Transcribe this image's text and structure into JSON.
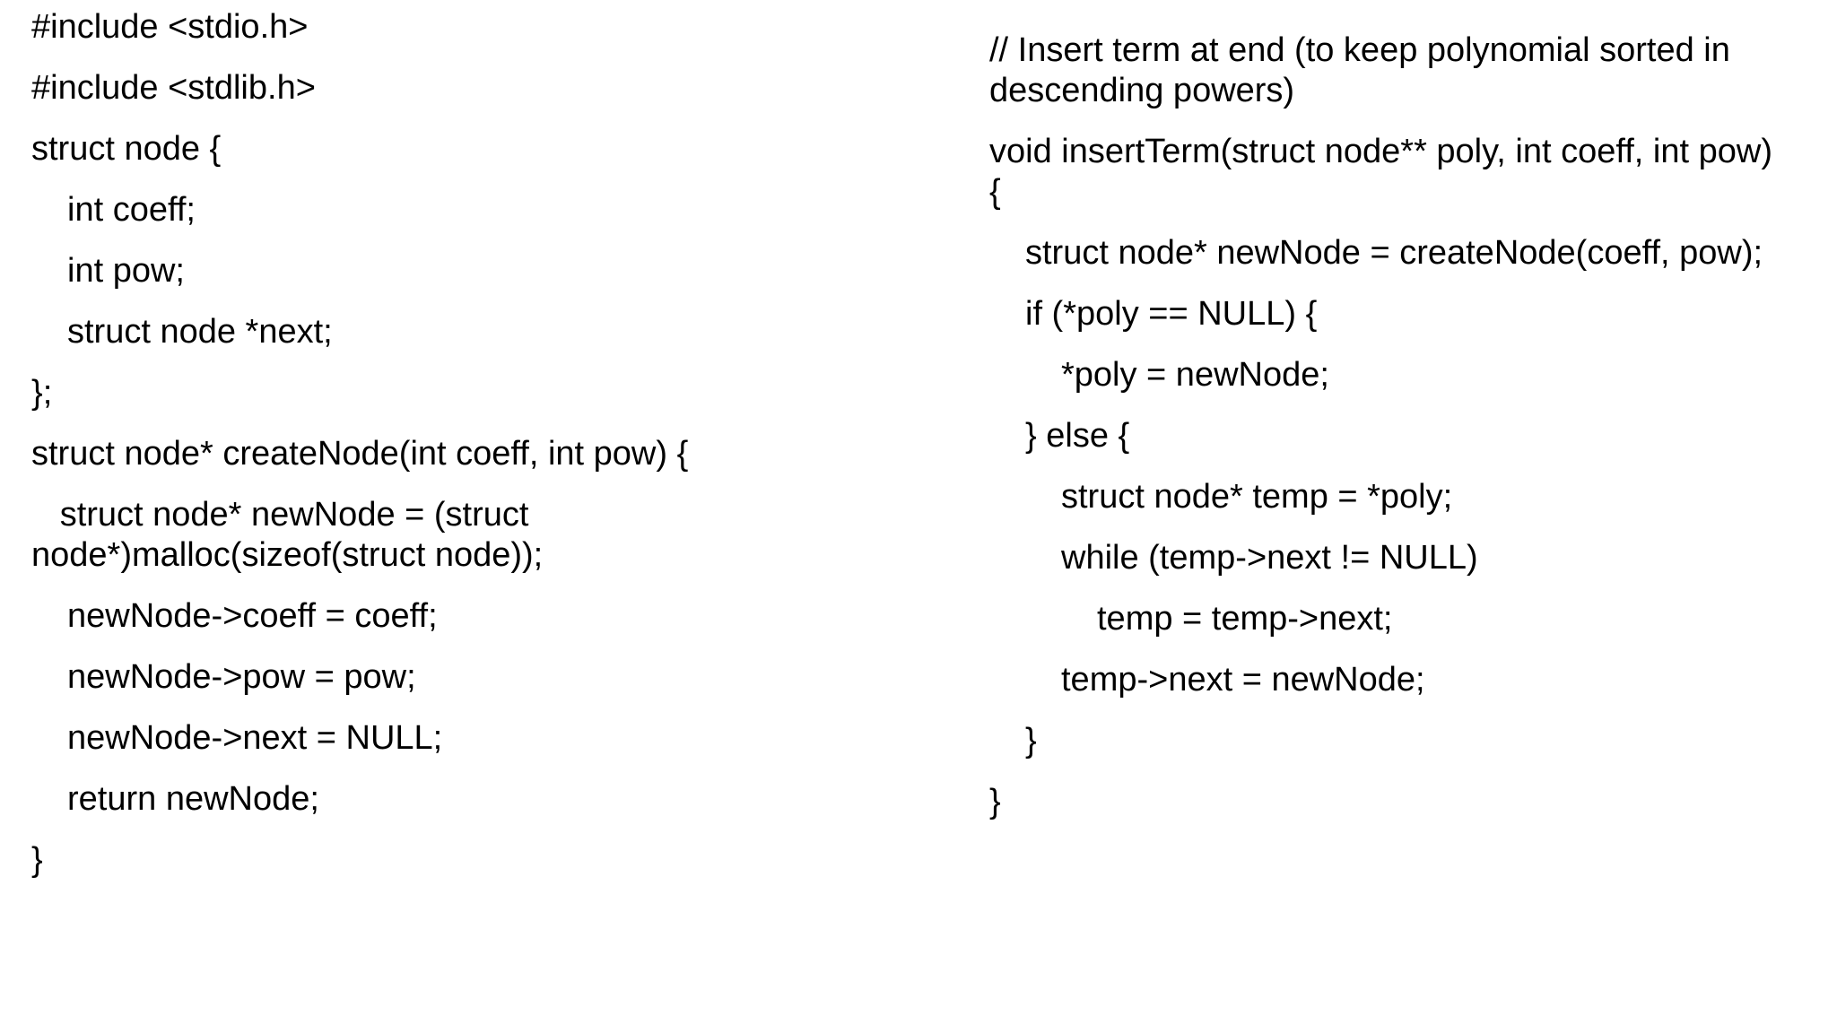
{
  "left_code": {
    "l1": "#include <stdio.h>",
    "l2": "#include <stdlib.h>",
    "l3": "struct node {",
    "l4": "int coeff;",
    "l5": "int pow;",
    "l6": "struct node *next;",
    "l7": "};",
    "l8": "struct node* createNode(int coeff, int pow) {",
    "l9a": "   struct node* newNode = (struct",
    "l9b": "node*)malloc(sizeof(struct node));",
    "l10": "newNode->coeff = coeff;",
    "l11": "newNode->pow = pow;",
    "l12": "newNode->next = NULL;",
    "l13": "return newNode;",
    "l14": "}"
  },
  "right_code": {
    "r1a": "// Insert term at end (to keep polynomial sorted in",
    "r1b": "descending powers)",
    "r2a": "void insertTerm(struct node** poly, int coeff, int pow)",
    "r2b": "{",
    "r3": "struct node* newNode = createNode(coeff, pow);",
    "r4": "if (*poly == NULL) {",
    "r5": "*poly = newNode;",
    "r6": "} else {",
    "r7": "struct node* temp = *poly;",
    "r8": "while (temp->next != NULL)",
    "r9": "temp = temp->next;",
    "r10": "temp->next = newNode;",
    "r11": "}",
    "r12": "}"
  }
}
